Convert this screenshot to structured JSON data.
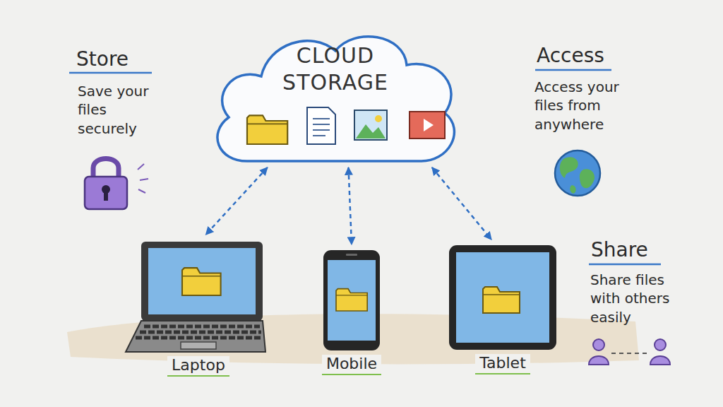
{
  "diagram": {
    "nodes": [
      {
        "text": [
          "CLOUD STORAGE"
        ]
      },
      {
        "text": [
          "Laptop"
        ]
      },
      {
        "text": [
          "Mobile"
        ]
      },
      {
        "text": [
          "Tablet"
        ]
      }
    ],
    "edges": [
      {
        "from": 0,
        "to": 1,
        "arrow": "both"
      },
      {
        "from": 0,
        "to": 2,
        "arrow": "both"
      },
      {
        "from": 0,
        "to": 3,
        "arrow": "both"
      }
    ],
    "labels": [
      "Store",
      "Save your files securely",
      "Access",
      "Access your files from anywhere",
      "Share",
      "Share files with others easily"
    ]
  }
}
